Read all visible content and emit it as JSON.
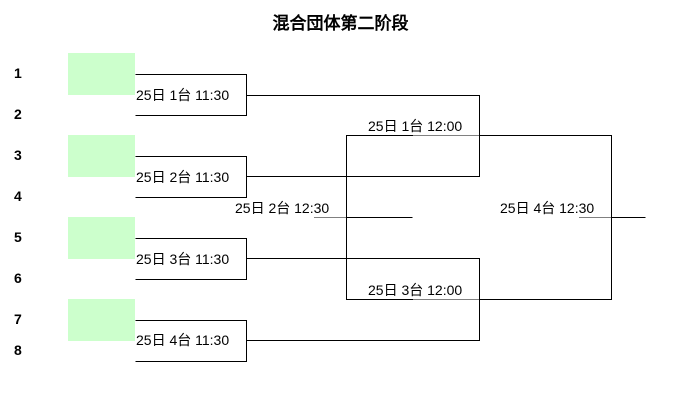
{
  "title": "混合団体第二阶段",
  "seeds": [
    "1",
    "2",
    "3",
    "4",
    "5",
    "6",
    "7",
    "8"
  ],
  "round1": [
    "25日 1台 11:30",
    "25日 2台 11:30",
    "25日 3台 11:30",
    "25日 4台 11:30"
  ],
  "round2": [
    "25日 1台 12:00",
    "25日 3台 12:00"
  ],
  "third_place": "25日 2台 12:30",
  "final": "25日 4台 12:30",
  "colors": {
    "slot_fill": "#ccffcc",
    "line": "#000000"
  }
}
